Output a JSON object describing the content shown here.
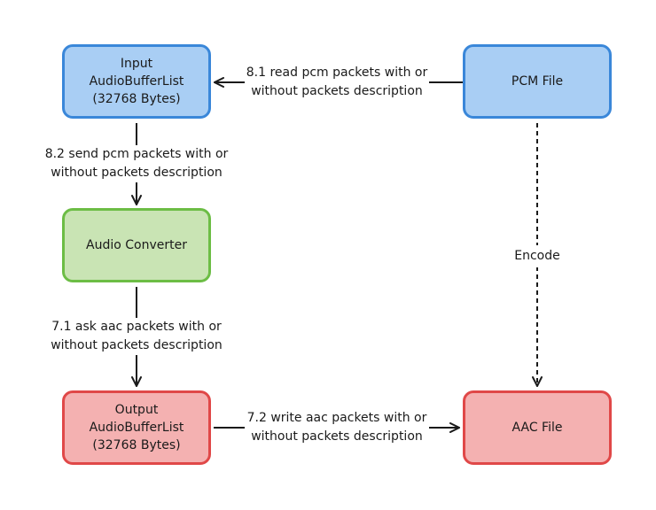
{
  "nodes": {
    "input": {
      "lines": [
        "Input",
        "AudioBufferList",
        "(32768 Bytes)"
      ]
    },
    "pcm": {
      "lines": [
        "PCM File"
      ]
    },
    "converter": {
      "lines": [
        "Audio Converter"
      ]
    },
    "output": {
      "lines": [
        "Output",
        "AudioBufferList",
        "(32768 Bytes)"
      ]
    },
    "aac": {
      "lines": [
        "AAC File"
      ]
    }
  },
  "edges": {
    "read_pcm": {
      "lines": [
        "8.1 read pcm packets with or",
        "without packets description"
      ]
    },
    "send_pcm": {
      "lines": [
        "8.2 send pcm packets with or",
        "without packets description"
      ]
    },
    "ask_aac": {
      "lines": [
        "7.1 ask aac packets with or",
        "without packets description"
      ]
    },
    "write_aac": {
      "lines": [
        "7.2 write aac packets with or",
        "without packets description"
      ]
    },
    "encode": {
      "label": "Encode"
    }
  },
  "colors": {
    "input_fill": "#a9cef4",
    "input_stroke": "#3a87d9",
    "converter_fill": "#c9e4b4",
    "converter_stroke": "#6cbd45",
    "output_fill": "#f4b1b1",
    "output_stroke": "#e04848",
    "edge_stroke": "#1a1a1a"
  }
}
